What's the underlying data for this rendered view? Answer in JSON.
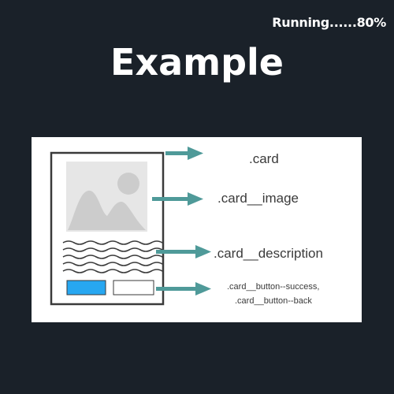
{
  "status": {
    "text": "Running......80%"
  },
  "title": "Example",
  "diagram": {
    "labels": [
      ".card",
      ".card__image",
      ".card__description",
      ".card__button--success,",
      ".card__button--back"
    ],
    "colors": {
      "panel": "#ffffff",
      "arrow": "#4f9a99",
      "success_button": "#27a7f1",
      "card_border": "#3a3a3a",
      "image_placeholder": "#e6e6e6",
      "image_shapes": "#cccccc"
    }
  }
}
